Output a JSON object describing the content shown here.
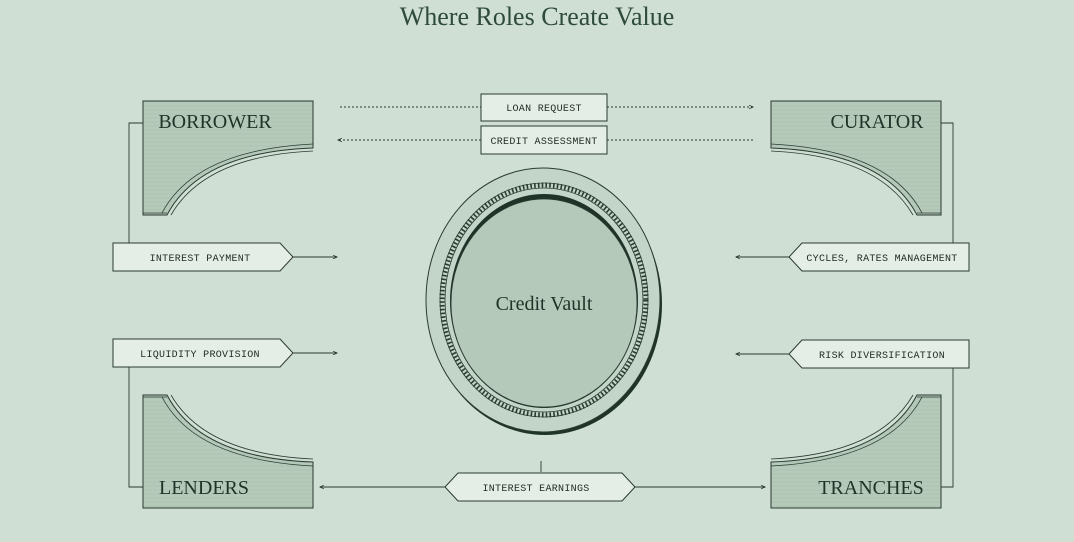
{
  "title": "Where Roles Create Value",
  "roles": {
    "borrower": "BORROWER",
    "curator": "CURATOR",
    "lenders": "LENDERS",
    "tranches": "TRANCHES"
  },
  "center": "Credit Vault",
  "flows": {
    "loan_request": "LOAN REQUEST",
    "credit_assessment": "CREDIT ASSESSMENT",
    "interest_payment": "INTEREST PAYMENT",
    "cycles_rates": "CYCLES, RATES MANAGEMENT",
    "liquidity_provision": "LIQUIDITY PROVISION",
    "risk_diversification": "RISK DIVERSIFICATION",
    "interest_earnings": "INTEREST EARNINGS"
  },
  "colors": {
    "background": "#cfdfd3",
    "panel": "#b4c8b9",
    "label_box": "#e4ede6",
    "ink": "#1f2a24"
  }
}
